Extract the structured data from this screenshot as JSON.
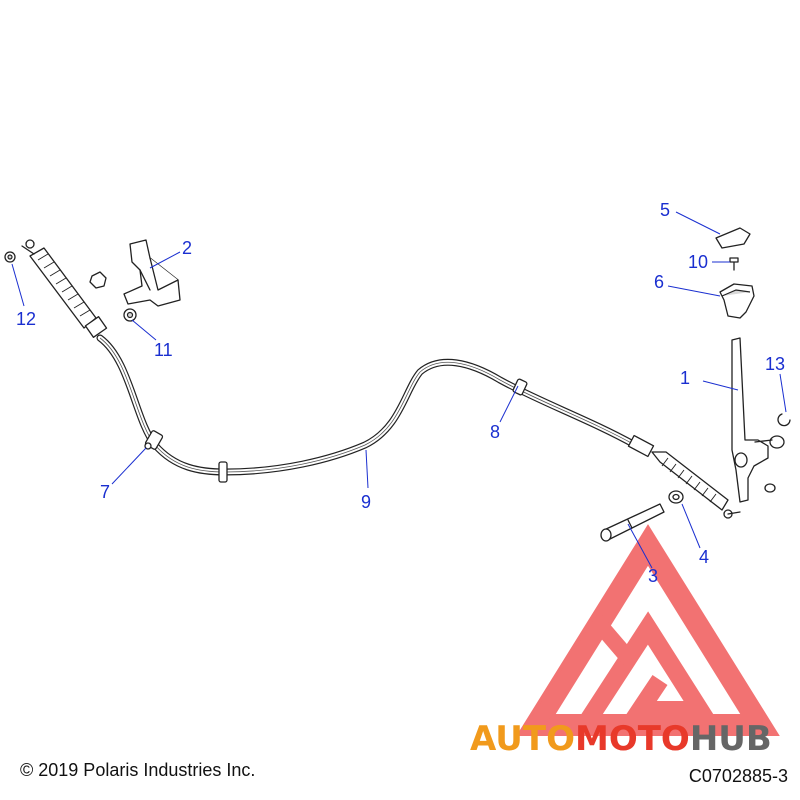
{
  "callouts": [
    {
      "id": "1",
      "label": "1"
    },
    {
      "id": "2",
      "label": "2"
    },
    {
      "id": "3",
      "label": "3"
    },
    {
      "id": "4",
      "label": "4"
    },
    {
      "id": "5",
      "label": "5"
    },
    {
      "id": "6",
      "label": "6"
    },
    {
      "id": "7",
      "label": "7"
    },
    {
      "id": "8",
      "label": "8"
    },
    {
      "id": "9",
      "label": "9"
    },
    {
      "id": "10",
      "label": "10"
    },
    {
      "id": "11",
      "label": "11"
    },
    {
      "id": "12",
      "label": "12"
    },
    {
      "id": "13",
      "label": "13"
    }
  ],
  "footer": {
    "copyright": "© 2019 Polaris Industries Inc.",
    "diagram_id": "C0702885-3"
  },
  "watermark": {
    "part1": "AUTO",
    "part2": "MOTO",
    "part3": "HUB",
    "color_primary": "#f19a1c",
    "color_secondary": "#e8392a",
    "color_tertiary": "#555555",
    "triangle_color": "#f05050"
  },
  "colors": {
    "callout": "#1a2fd0",
    "line_art": "#222222"
  }
}
